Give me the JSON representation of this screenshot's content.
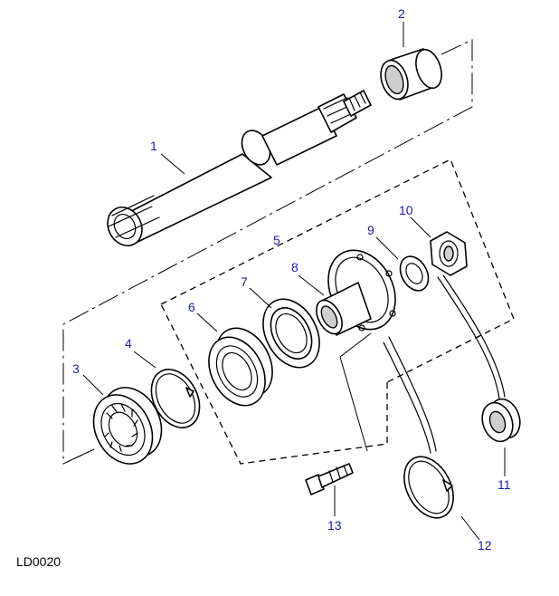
{
  "diagram": {
    "reference_code": "LD0020",
    "callouts": [
      "1",
      "2",
      "3",
      "4",
      "5",
      "6",
      "7",
      "8",
      "9",
      "10",
      "11",
      "12",
      "13"
    ]
  },
  "colors": {
    "callout_number": "#1a1ab0",
    "linework": "#000000",
    "background": "#ffffff"
  }
}
